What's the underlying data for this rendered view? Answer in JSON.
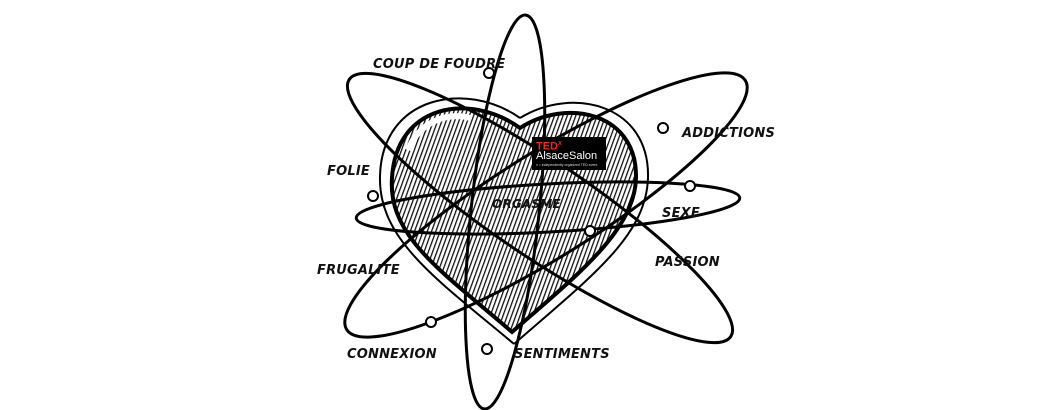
{
  "logo": {
    "brand": "TED",
    "brand_sup": "x",
    "event": "AlsaceSalon",
    "tagline": "x = independently organized TED event",
    "brand_color": "#e62b1e"
  },
  "labels": {
    "coup_de_foudre": "COUP DE FOUDRE",
    "addictions": "ADDICTIONS",
    "folie": "FOLIE",
    "sexe": "SEXE",
    "orgasme": "ORGASME",
    "passion": "PASSION",
    "frugalite": "FRUGALITE",
    "connexion": "CONNEXION",
    "sentiments": "SENTIMENTS"
  }
}
